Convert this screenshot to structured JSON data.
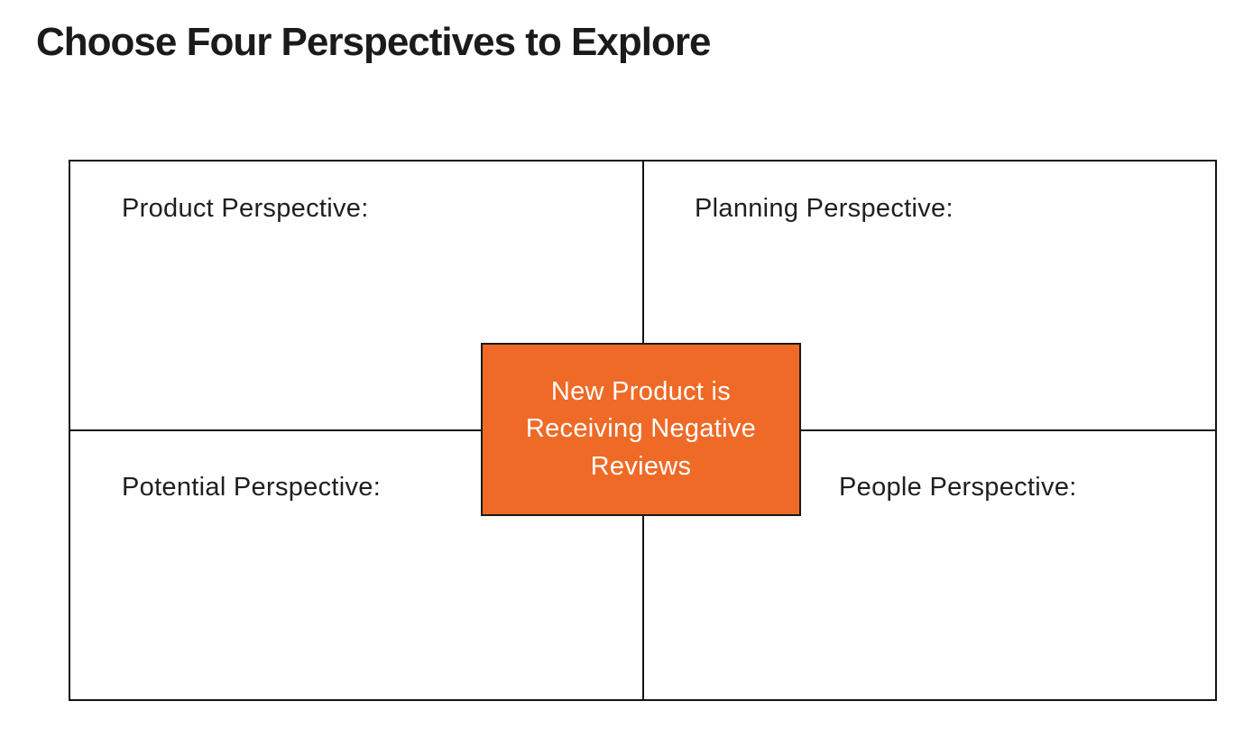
{
  "page": {
    "title": "Choose Four Perspectives to Explore",
    "background": "#ffffff"
  },
  "matrix": {
    "border_color": "#141414",
    "quadrants": [
      {
        "id": "product",
        "position": "top-left",
        "label": "Product Perspective:"
      },
      {
        "id": "planning",
        "position": "top-right",
        "label": "Planning Perspective:"
      },
      {
        "id": "potential",
        "position": "bottom-left",
        "label": "Potential Perspective:"
      },
      {
        "id": "people",
        "position": "bottom-right",
        "label": "People Perspective:"
      }
    ]
  },
  "center_card": {
    "text": "New Product is Receiving Negative Reviews",
    "lines": [
      "New Product is",
      "Receiving Negative",
      "Reviews"
    ],
    "background": "#ef6a26",
    "text_color": "#ffffff",
    "border_color": "#1a1a1a"
  }
}
